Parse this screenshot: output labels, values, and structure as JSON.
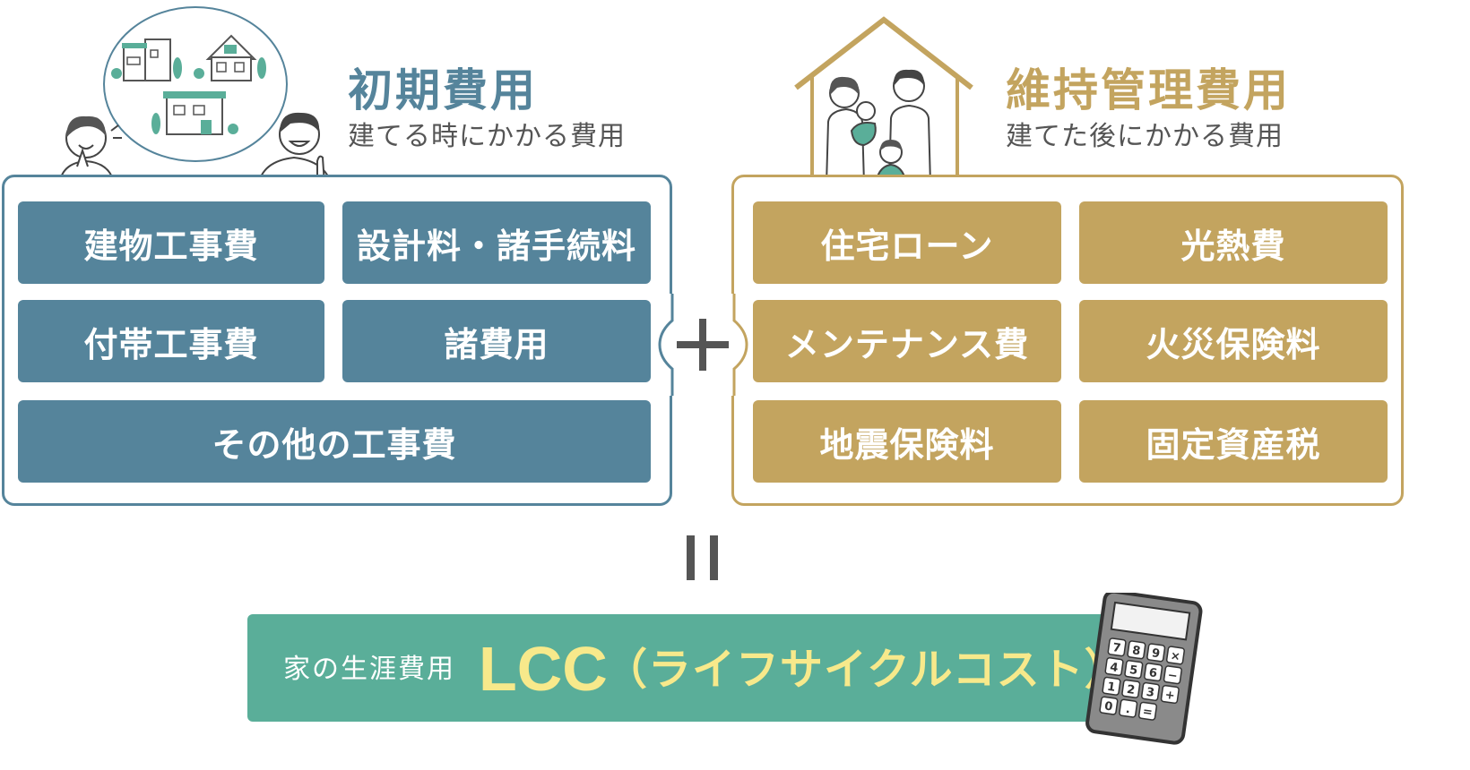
{
  "initial": {
    "title": "初期費用",
    "subtitle": "建てる時にかかる費用",
    "items": [
      "建物工事費",
      "設計料・諸手続料",
      "付帯工事費",
      "諸費用",
      "その他の工事費"
    ],
    "color": "#55849b"
  },
  "maintenance": {
    "title": "維持管理費用",
    "subtitle": "建てた後にかかる費用",
    "items": [
      "住宅ローン",
      "光熱費",
      "メンテナンス費",
      "火災保険料",
      "地震保険料",
      "固定資産税"
    ],
    "color": "#c3a45f"
  },
  "operators": {
    "plus": "+",
    "equals": "="
  },
  "result": {
    "label": "家の生涯費用",
    "acronym": "LCC",
    "full": "（ライフサイクルコスト）",
    "color": "#5aae99",
    "text_color": "#f7e98b"
  },
  "calculator": {
    "keys": [
      "7",
      "8",
      "9",
      "×",
      "4",
      "5",
      "6",
      "−",
      "1",
      "2",
      "3",
      "+",
      "0",
      ".",
      "="
    ]
  },
  "icons": [
    "houses-illustration",
    "woman-illustration",
    "man-illustration",
    "family-house-illustration",
    "calculator-icon"
  ]
}
